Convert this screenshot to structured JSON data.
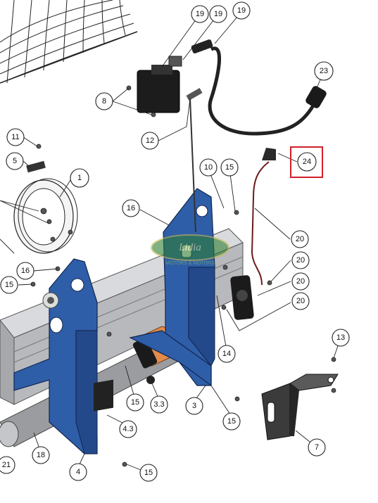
{
  "watermark": {
    "brand": "Lidia",
    "tagline": "MOTORS & MOTORS"
  },
  "highlight_color": "#d0202a",
  "part_color": "#2f5ea8",
  "callouts": [
    {
      "label": "19"
    },
    {
      "label": "19"
    },
    {
      "label": "19"
    },
    {
      "label": "23"
    },
    {
      "label": "8"
    },
    {
      "label": "12"
    },
    {
      "label": "11"
    },
    {
      "label": "5"
    },
    {
      "label": "1"
    },
    {
      "label": "24"
    },
    {
      "label": "10"
    },
    {
      "label": "15"
    },
    {
      "label": "16"
    },
    {
      "label": "20"
    },
    {
      "label": "20"
    },
    {
      "label": "20"
    },
    {
      "label": "20"
    },
    {
      "label": "16"
    },
    {
      "label": "15"
    },
    {
      "label": "14"
    },
    {
      "label": "13"
    },
    {
      "label": "15"
    },
    {
      "label": "3.3"
    },
    {
      "label": "3"
    },
    {
      "label": "15"
    },
    {
      "label": "4.3"
    },
    {
      "label": "21"
    },
    {
      "label": "18"
    },
    {
      "label": "4"
    },
    {
      "label": "15"
    },
    {
      "label": "7"
    }
  ]
}
